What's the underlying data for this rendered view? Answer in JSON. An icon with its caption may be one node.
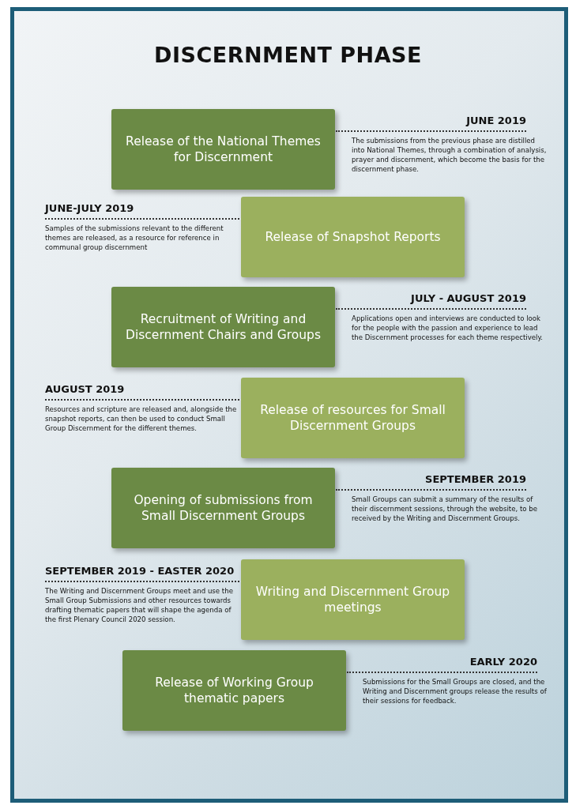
{
  "diagram": {
    "title": "DISCERNMENT PHASE",
    "nodes": [
      {
        "text": [
          "Release of the National Themes for Discernment"
        ],
        "beside": [
          "JUNE 2019",
          "The submissions from the previous phase are distilled into National Themes, through a combination of analysis, prayer and discernment, which become the basis for the discernment phase."
        ]
      },
      {
        "text": [
          "Release of Snapshot Reports"
        ],
        "beside": [
          "JUNE-JULY 2019",
          "Samples of the submissions relevant to the different themes are released, as a resource for reference in communal group discernment"
        ]
      },
      {
        "text": [
          "Recruitment of Writing and Discernment Chairs and Groups"
        ],
        "beside": [
          "JULY - AUGUST 2019",
          "Applications open and interviews are conducted to look for the people with the passion and experience to lead the Discernment processes for each theme respectively."
        ]
      },
      {
        "text": [
          "Release of resources for Small Discernment Groups"
        ],
        "beside": [
          "AUGUST 2019",
          "Resources and scripture are released and, alongside the snapshot reports, can then be used to conduct Small Group Discernment for the different themes."
        ]
      },
      {
        "text": [
          "Opening of submissions from Small Discernment Groups"
        ],
        "beside": [
          "SEPTEMBER 2019",
          "Small Groups can submit a summary of the results of their discernment sessions, through the website, to be received by the Writing and Discernment Groups."
        ]
      },
      {
        "text": [
          "Writing and Discernment Group meetings"
        ],
        "beside": [
          "SEPTEMBER 2019 - EASTER 2020",
          "The Writing and Discernment Groups meet and use the Small Group Submissions and other resources towards drafting thematic papers that will shape the agenda of the first Plenary Council 2020 session."
        ]
      },
      {
        "text": [
          "Release of Working Group thematic papers"
        ],
        "beside": [
          "EARLY 2020",
          "Submissions for the Small Groups are closed, and the Writing and Discernment groups release the results of their sessions for feedback."
        ]
      }
    ]
  }
}
